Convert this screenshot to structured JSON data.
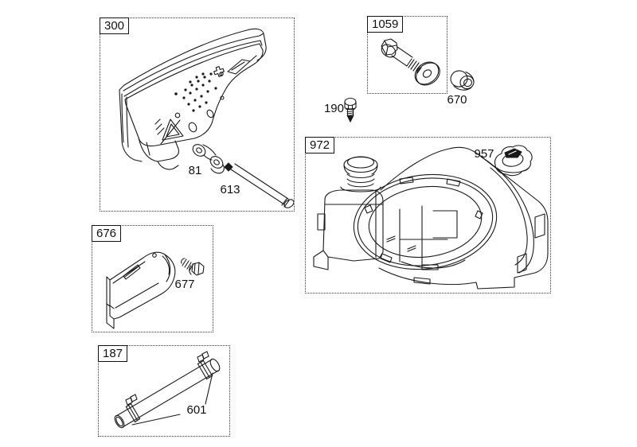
{
  "figure": {
    "type": "exploded-parts-diagram",
    "background": "#ffffff",
    "line_color": "#1a1a1a"
  },
  "groups": {
    "muffler": {
      "ref": "300",
      "parts": {
        "lock": "81",
        "screw": "613"
      }
    },
    "bolt_kit": {
      "ref": "1059"
    },
    "spacer": {
      "ref": "670"
    },
    "plug": {
      "ref": "190"
    },
    "blower_housing": {
      "ref": "972",
      "parts": {
        "fuel_cap": "957"
      }
    },
    "muffler_guard": {
      "ref": "676",
      "parts": {
        "screw": "677"
      }
    },
    "tube": {
      "ref": "187",
      "parts": {
        "clamps": "601"
      }
    }
  }
}
